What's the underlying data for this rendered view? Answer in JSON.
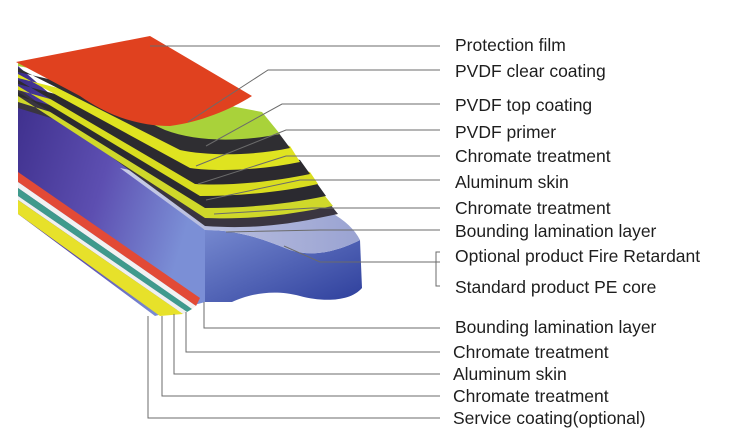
{
  "labels": {
    "protection_film": "Protection film",
    "pvdf_clear": "PVDF clear coating",
    "pvdf_top": "PVDF top coating",
    "pvdf_primer": "PVDF primer",
    "chromate_top_1": "Chromate treatment",
    "aluminum_top": "Aluminum skin",
    "chromate_top_2": "Chromate treatment",
    "bounding_top": "Bounding lamination layer",
    "fire_retardant": "Optional product Fire Retardant",
    "pe_core": "Standard product PE core",
    "bounding_bottom": "Bounding lamination layer",
    "chromate_bottom_1": "Chromate treatment",
    "aluminum_bottom": "Aluminum skin",
    "chromate_bottom_2": "Chromate treatment",
    "service_coating": "Service coating(optional)"
  },
  "colors": {
    "protection_film": "#e0411f",
    "pvdf_green": "#a9d23a",
    "pvdf_yellow": "#d7dc1c",
    "core_purple": "#4b3d9e",
    "core_blue": "#5c6fc0",
    "skin_gray": "#b9bdd8",
    "stripe_red": "#e24a36",
    "stripe_teal": "#3f9a8c",
    "stripe_yellow": "#e7e12a",
    "leader_line": "#6b6b6b"
  }
}
